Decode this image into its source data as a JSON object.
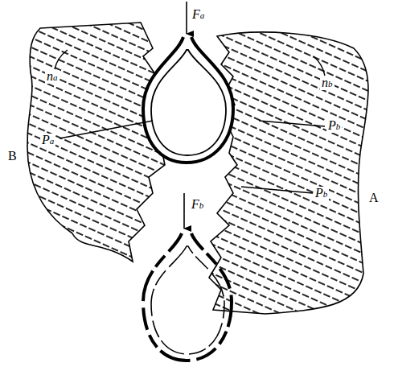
{
  "diagram": {
    "labels": [
      "Fa",
      "na",
      "nb",
      "Pa",
      "Pb",
      "B",
      "Pb",
      "A",
      "Fb"
    ]
  }
}
